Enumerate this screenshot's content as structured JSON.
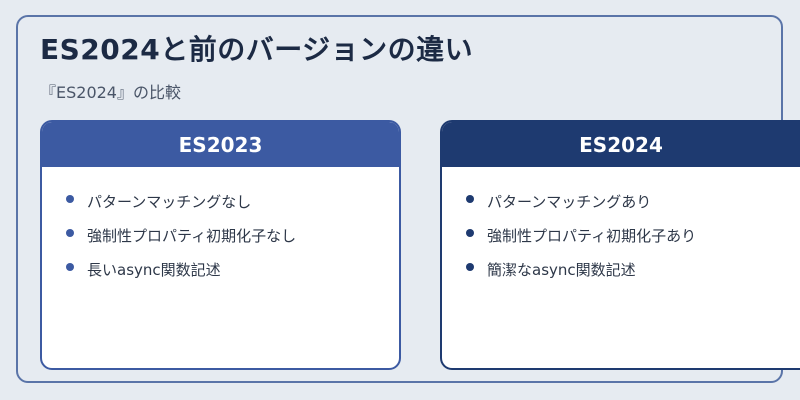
{
  "title": "ES2024と前のバージョンの違い",
  "subtitle": "『ES2024』の比較",
  "cards": [
    {
      "header": "ES2023",
      "items": [
        "パターンマッチングなし",
        "強制性プロパティ初期化子なし",
        "長いasync関数記述"
      ]
    },
    {
      "header": "ES2024",
      "items": [
        "パターンマッチングあり",
        "強制性プロパティ初期化子あり",
        "簡潔なasync関数記述"
      ]
    }
  ],
  "colors": {
    "es2023_accent": "#3c5aa2",
    "es2024_accent": "#1e3a70",
    "background": "#e6ebf1",
    "title_text": "#1c2a44"
  }
}
